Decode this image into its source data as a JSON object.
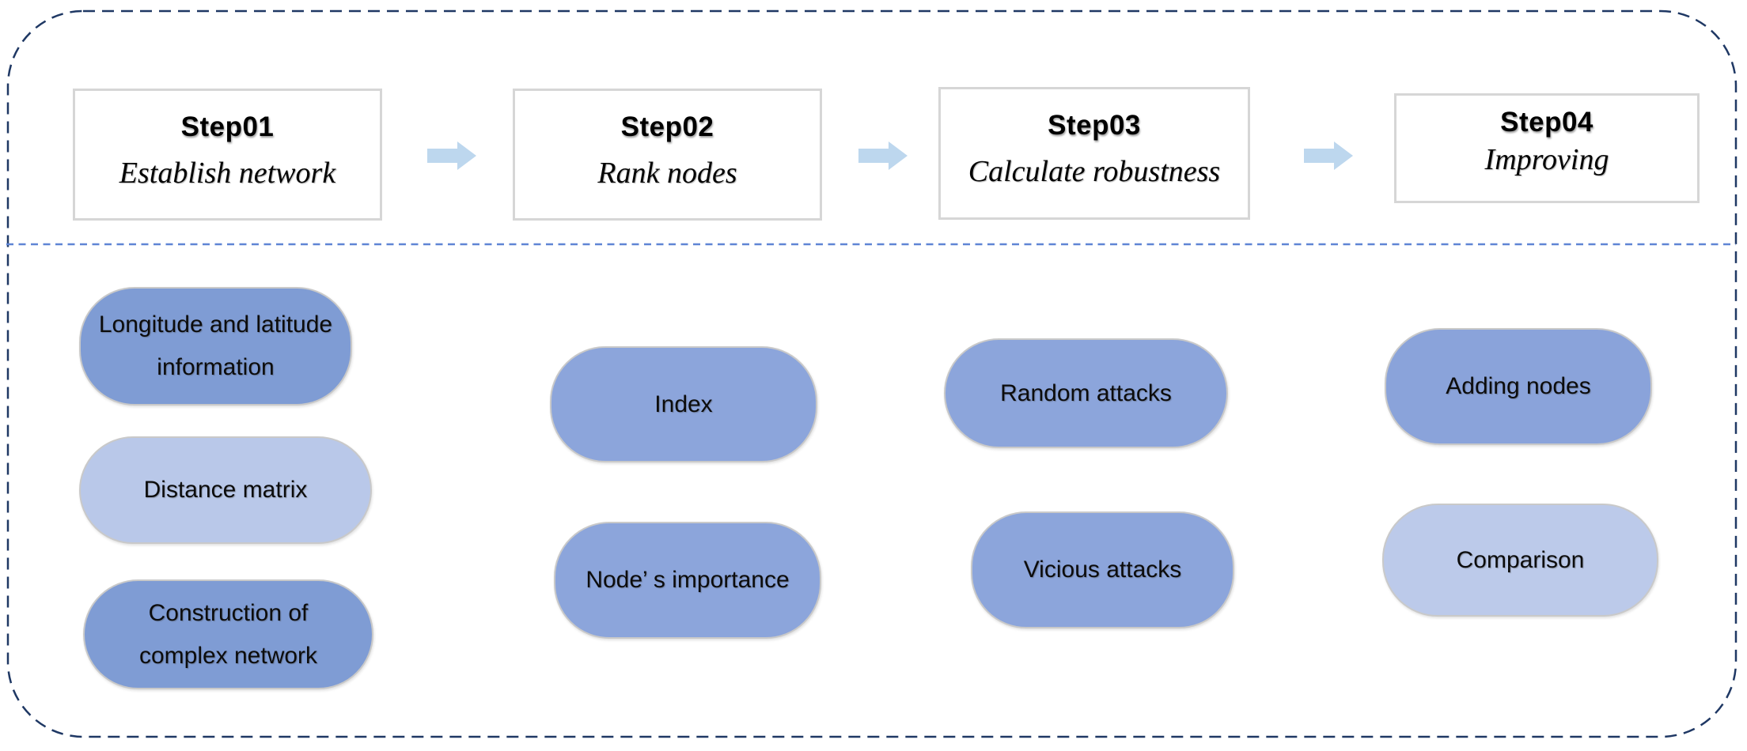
{
  "frame": {
    "border_color": "#1F3864",
    "divider_color": "#5F85D5",
    "background": "#FFFFFF"
  },
  "arrows": {
    "icon": "right-block-arrow",
    "color": "#BDD7EE",
    "edge_color": "#A6C9E8",
    "count": 3
  },
  "steps": [
    {
      "title": "Step01",
      "subtitle": "Establish network"
    },
    {
      "title": "Step02",
      "subtitle": "Rank nodes"
    },
    {
      "title": "Step03",
      "subtitle": "Calculate robustness"
    },
    {
      "title": "Step04",
      "subtitle": "Improving"
    }
  ],
  "columns": [
    {
      "pills": [
        {
          "label": "Longitude and latitude information",
          "color": "#7F9CD4"
        },
        {
          "label": "Distance matrix",
          "color": "#B9C8E9"
        },
        {
          "label": "Construction of complex network",
          "color": "#7F9CD4"
        }
      ]
    },
    {
      "pills": [
        {
          "label": "Index",
          "color": "#8CA5DB"
        },
        {
          "label": "Node’ s importance",
          "color": "#8CA5DB"
        }
      ]
    },
    {
      "pills": [
        {
          "label": "Random attacks",
          "color": "#8CA5DB"
        },
        {
          "label": "Vicious attacks",
          "color": "#8CA5DB"
        }
      ]
    },
    {
      "pills": [
        {
          "label": "Adding nodes",
          "color": "#8AA3DA"
        },
        {
          "label": "Comparison",
          "color": "#BCCAEA"
        }
      ]
    }
  ]
}
